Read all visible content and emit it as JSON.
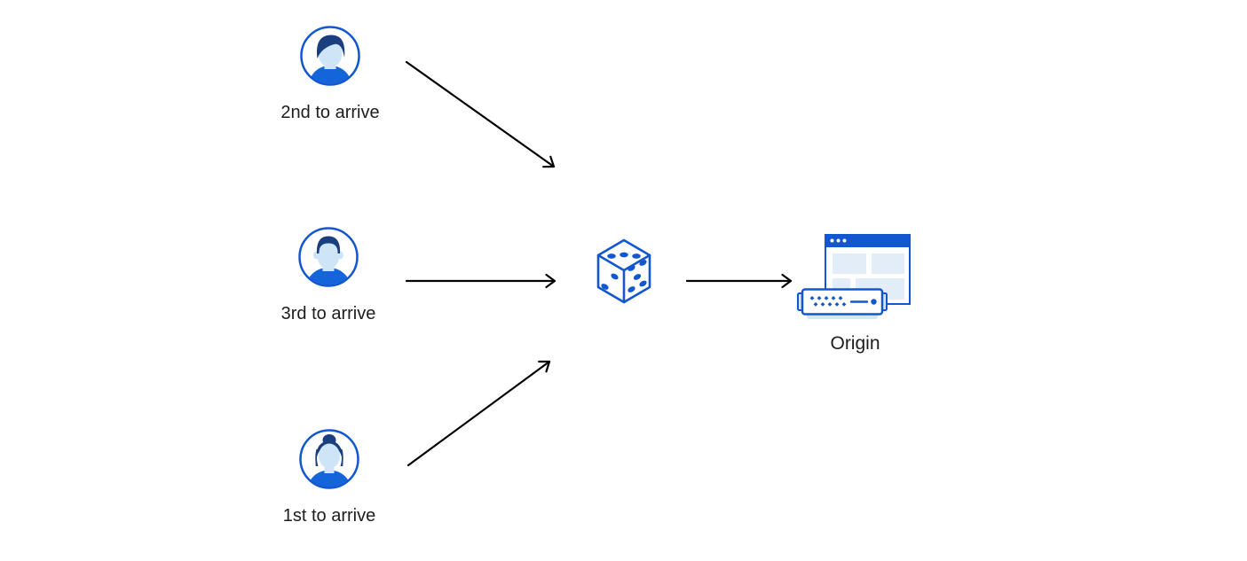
{
  "diagram": {
    "description": "Three clients arriving in different order send requests through a random (dice) selector to an origin server",
    "clients": [
      {
        "id": "second",
        "label": "2nd to arrive",
        "avatar": "man-swoop-hair"
      },
      {
        "id": "third",
        "label": "3rd to arrive",
        "avatar": "man-short-hair"
      },
      {
        "id": "first",
        "label": "1st to arrive",
        "avatar": "woman-bun-hair"
      }
    ],
    "selector": {
      "icon": "dice"
    },
    "origin": {
      "label": "Origin",
      "icon": "browser-window-and-server"
    }
  },
  "colors": {
    "primary_blue": "#1257d0",
    "hair_navy": "#1b3f7e",
    "skin_light_blue": "#cde5f6",
    "shirt_blue": "#1465d9",
    "panel_light_blue": "#e2edf8",
    "tray_light_blue": "#d3e6f6",
    "arrow_black": "#000000",
    "text_black": "#1d1d1f"
  }
}
